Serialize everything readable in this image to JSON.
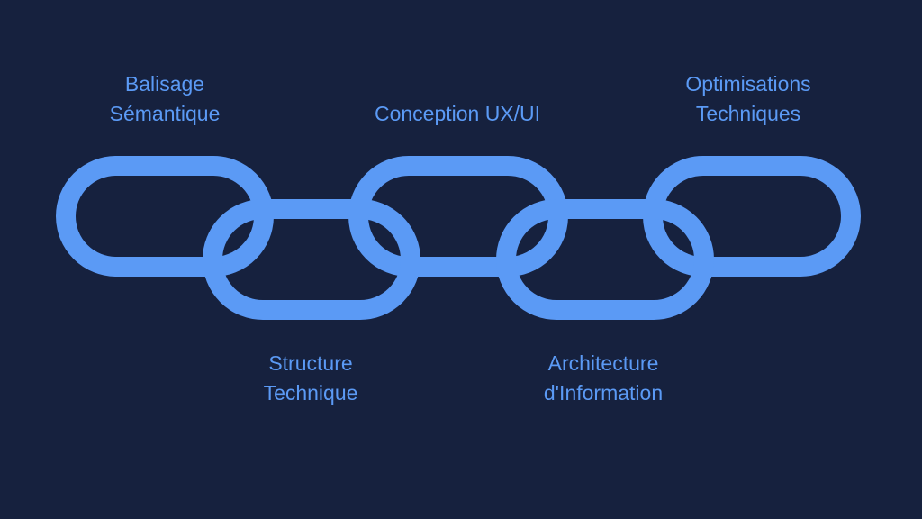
{
  "colors": {
    "background": "#16213e",
    "link": "#5b9af5",
    "text": "#5b9af5"
  },
  "links": [
    {
      "lines": [
        "Balisage",
        "Sémantique"
      ]
    },
    {
      "lines": [
        "Structure",
        "Technique"
      ]
    },
    {
      "lines": [
        "Conception UX/UI"
      ]
    },
    {
      "lines": [
        "Architecture",
        "d'Information"
      ]
    },
    {
      "lines": [
        "Optimisations",
        "Techniques"
      ]
    }
  ]
}
